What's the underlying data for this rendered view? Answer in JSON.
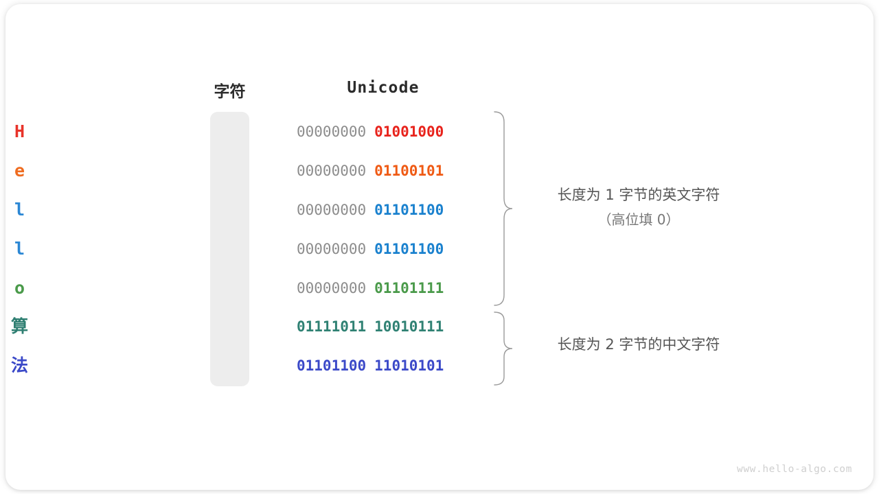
{
  "figure": {
    "headers": {
      "char": "字符",
      "unicode": "Unicode"
    },
    "rows": [
      {
        "char": "H",
        "high_byte": "00000000",
        "low_byte": "01001000",
        "char_color": "#e8332a",
        "code_color": "#e8231c",
        "high_gray": true,
        "cjk": false
      },
      {
        "char": "e",
        "high_byte": "00000000",
        "low_byte": "01100101",
        "char_color": "#ef6c20",
        "code_color": "#ef5a14",
        "high_gray": true,
        "cjk": false
      },
      {
        "char": "l",
        "high_byte": "00000000",
        "low_byte": "01101100",
        "char_color": "#2b87d4",
        "code_color": "#1a81ce",
        "high_gray": true,
        "cjk": false
      },
      {
        "char": "l",
        "high_byte": "00000000",
        "low_byte": "01101100",
        "char_color": "#2b87d4",
        "code_color": "#1a81ce",
        "high_gray": true,
        "cjk": false
      },
      {
        "char": "o",
        "high_byte": "00000000",
        "low_byte": "01101111",
        "char_color": "#4a9a4a",
        "code_color": "#4a9a4a",
        "high_gray": true,
        "cjk": false
      },
      {
        "char": "算",
        "high_byte": "01111011",
        "low_byte": "10010111",
        "char_color": "#2f7f72",
        "code_color": "#2f8173",
        "high_gray": false,
        "cjk": true
      },
      {
        "char": "法",
        "high_byte": "01101100",
        "low_byte": "11010101",
        "char_color": "#3b49c8",
        "code_color": "#3b49c8",
        "high_gray": false,
        "cjk": true
      }
    ],
    "annotations": [
      {
        "text": "长度为 1 字节的英文字符",
        "subtext": "（高位填 0）"
      },
      {
        "text": "长度为 2 字节的中文字符",
        "subtext": ""
      }
    ],
    "watermark": "www.hello-algo.com",
    "colors": {
      "char_column_bg": "#ededed",
      "card_bg": "#ffffff",
      "high_byte_gray": "#8c8c8c",
      "brace_stroke": "#9a9a9a",
      "annotation_text": "#555555",
      "watermark_text": "#cfcfcf"
    }
  }
}
